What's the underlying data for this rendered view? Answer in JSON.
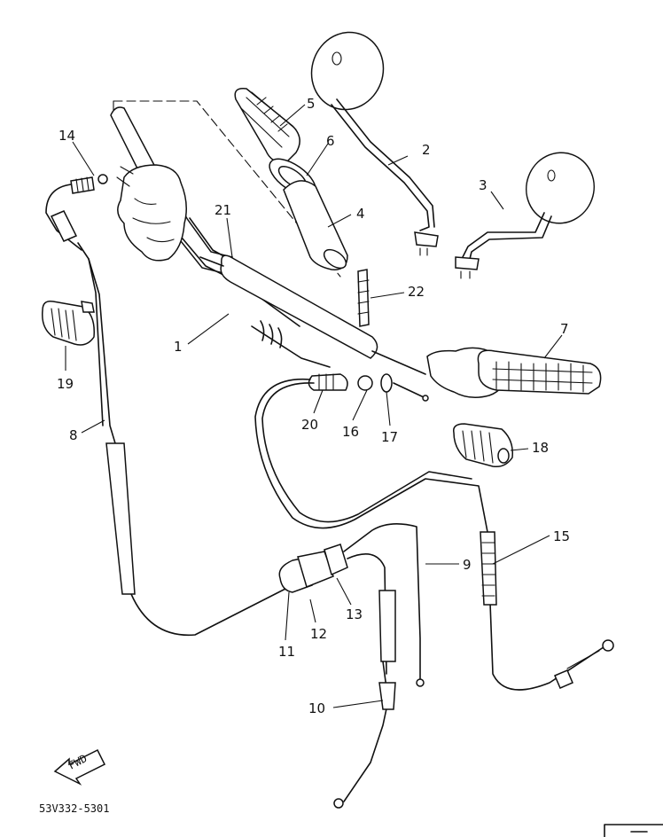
{
  "diagram": {
    "part_numbers": [
      "1",
      "2",
      "3",
      "4",
      "5",
      "6",
      "7",
      "8",
      "9",
      "10",
      "11",
      "12",
      "13",
      "14",
      "15",
      "16",
      "17",
      "18",
      "19",
      "20",
      "21",
      "22"
    ],
    "direction_badge": "FWD",
    "drawing_code": "53V332-5301"
  },
  "colors": {
    "ink": "#111111",
    "paper": "#ffffff"
  }
}
